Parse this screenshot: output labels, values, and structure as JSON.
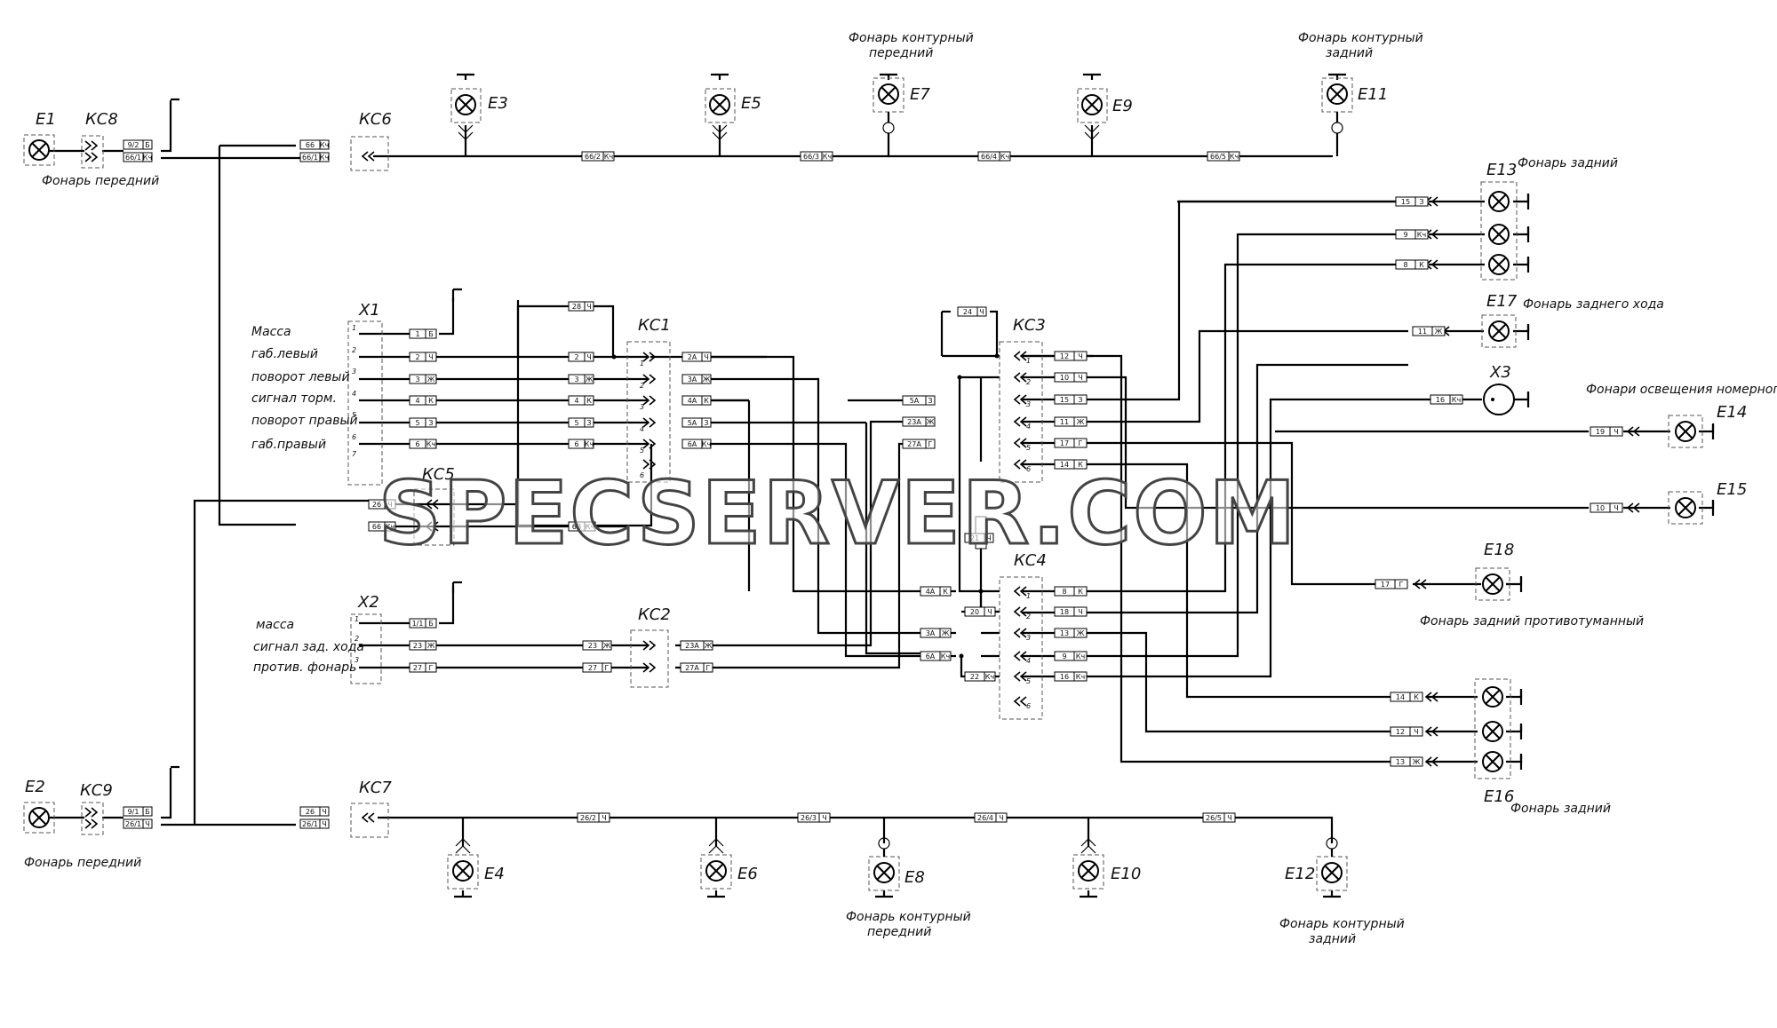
{
  "lamps": {
    "E1": {
      "id": "E1",
      "caption": "Фонарь   передний"
    },
    "E2": {
      "id": "E2",
      "caption": "Фонарь   передний"
    },
    "E3": {
      "id": "E3"
    },
    "E4": {
      "id": "E4"
    },
    "E5": {
      "id": "E5"
    },
    "E6": {
      "id": "E6"
    },
    "E7": {
      "id": "E7",
      "caption1": "Фонарь контурный",
      "caption2": "передний"
    },
    "E8": {
      "id": "E8",
      "caption1": "Фонарь контурный",
      "caption2": "передний"
    },
    "E9": {
      "id": "E9"
    },
    "E10": {
      "id": "E10"
    },
    "E11": {
      "id": "E11",
      "caption1": "Фонарь контурный",
      "caption2": "задний"
    },
    "E12": {
      "id": "E12",
      "caption1": "Фонарь контурный",
      "caption2": "задний"
    },
    "E13": {
      "id": "E13",
      "caption": "Фонарь задний"
    },
    "E14": {
      "id": "E14",
      "caption": "Фонари освещения номерного знака"
    },
    "E15": {
      "id": "E15"
    },
    "E16": {
      "id": "E16",
      "caption": "Фонарь задний"
    },
    "E17": {
      "id": "E17",
      "caption": "Фонарь заднего хода"
    },
    "E18": {
      "id": "E18",
      "caption": "Фонарь задний противотуманный"
    },
    "X3": {
      "id": "X3"
    }
  },
  "connectors": {
    "KC1": "КС1",
    "KC2": "КС2",
    "KC3": "КС3",
    "KC4": "КС4",
    "KC5": "КС5",
    "KC6": "КС6",
    "KC7": "КС7",
    "KC8": "КС8",
    "KC9": "КС9",
    "X1": "X1",
    "X2": "X2"
  },
  "x1": {
    "pins": [
      "1",
      "2",
      "3",
      "4",
      "5",
      "6",
      "7"
    ],
    "signals": [
      "Масса",
      "габ.левый",
      "поворот левый",
      "сигнал торм.",
      "поворот правый",
      "габ.правый"
    ]
  },
  "x2": {
    "pins": [
      "1",
      "2",
      "3"
    ],
    "signals": [
      "масса",
      "сигнал зад. хода",
      "против. фонарь"
    ]
  },
  "kc1_pins": [
    "1",
    "2",
    "3",
    "4",
    "5",
    "6"
  ],
  "kc3_pins": [
    "1",
    "2",
    "3",
    "4",
    "5",
    "6"
  ],
  "kc4_pins": [
    "1",
    "2",
    "3",
    "4",
    "5",
    "6"
  ],
  "tags": {
    "e1": [
      "9/2",
      "Б",
      "66/1",
      "Кч"
    ],
    "e2": [
      "9/1",
      "Б",
      "26/1",
      "Ч"
    ],
    "kc6in": [
      "66",
      "Кч",
      "66/1",
      "Кч"
    ],
    "kc7in": [
      "26",
      "Ч",
      "26/1",
      "Ч"
    ],
    "top": [
      [
        "66/2",
        "Кч"
      ],
      [
        "66/3",
        "Кч"
      ],
      [
        "66/4",
        "Кч"
      ],
      [
        "66/5",
        "Кч"
      ]
    ],
    "bottom": [
      [
        "26/2",
        "Ч"
      ],
      [
        "26/3",
        "Ч"
      ],
      [
        "26/4",
        "Ч"
      ],
      [
        "26/5",
        "Ч"
      ]
    ],
    "x1": [
      [
        "1",
        "Б"
      ],
      [
        "2",
        "Ч"
      ],
      [
        "3",
        "Ж"
      ],
      [
        "4",
        "К"
      ],
      [
        "5",
        "З"
      ],
      [
        "6",
        "Кч"
      ]
    ],
    "w28": [
      "28",
      "Ч"
    ],
    "kc1in": [
      [
        "2",
        "Ч"
      ],
      [
        "3",
        "Ж"
      ],
      [
        "4",
        "К"
      ],
      [
        "5",
        "З"
      ],
      [
        "6",
        "Кч"
      ]
    ],
    "kc1out": [
      [
        "2А",
        "Ч"
      ],
      [
        "3А",
        "Ж"
      ],
      [
        "4А",
        "К"
      ],
      [
        "5А",
        "З"
      ],
      [
        "6А",
        "Кч"
      ]
    ],
    "kc5": [
      [
        "26",
        "Ч"
      ],
      [
        "66",
        "Кч"
      ]
    ],
    "w6b": [
      "6В",
      "Кч"
    ],
    "x2": [
      [
        "1/1",
        "Б"
      ],
      [
        "23",
        "Ж"
      ],
      [
        "27",
        "Г"
      ]
    ],
    "kc2in": [
      [
        "23",
        "Ж"
      ],
      [
        "27",
        "Г"
      ]
    ],
    "kc2out": [
      [
        "23А",
        "Ж"
      ],
      [
        "27А",
        "Г"
      ]
    ],
    "w24": [
      "24",
      "Ч"
    ],
    "kc3in": [
      [
        "5А",
        "З"
      ],
      [
        "23А",
        "Ж"
      ],
      [
        "27А",
        "Г"
      ]
    ],
    "kc3out": [
      [
        "12",
        "Ч"
      ],
      [
        "10",
        "Ч"
      ],
      [
        "15",
        "З"
      ],
      [
        "11",
        "Ж"
      ],
      [
        "17",
        "Г"
      ],
      [
        "14",
        "К"
      ]
    ],
    "w21": [
      "21",
      "Ч"
    ],
    "kc4in": [
      [
        "4А",
        "К"
      ],
      [
        "20",
        "Ч"
      ],
      [
        "3А",
        "Ж"
      ],
      [
        "6А",
        "Кч"
      ],
      [
        "22",
        "Кч"
      ]
    ],
    "kc4out": [
      [
        "8",
        "К"
      ],
      [
        "18",
        "Ч"
      ],
      [
        "13",
        "Ж"
      ],
      [
        "9",
        "Кч"
      ],
      [
        "16",
        "Кч"
      ]
    ],
    "e13": [
      [
        "15",
        "З"
      ],
      [
        "9",
        "Кч"
      ],
      [
        "8",
        "К"
      ]
    ],
    "e17": [
      "11",
      "Ж"
    ],
    "x3": [
      "16",
      "Кч"
    ],
    "e14": [
      "19",
      "Ч"
    ],
    "e15": [
      "10",
      "Ч"
    ],
    "e18": [
      "17",
      "Г"
    ],
    "e16": [
      [
        "14",
        "К"
      ],
      [
        "12",
        "Ч"
      ],
      [
        "13",
        "Ж"
      ]
    ]
  }
}
